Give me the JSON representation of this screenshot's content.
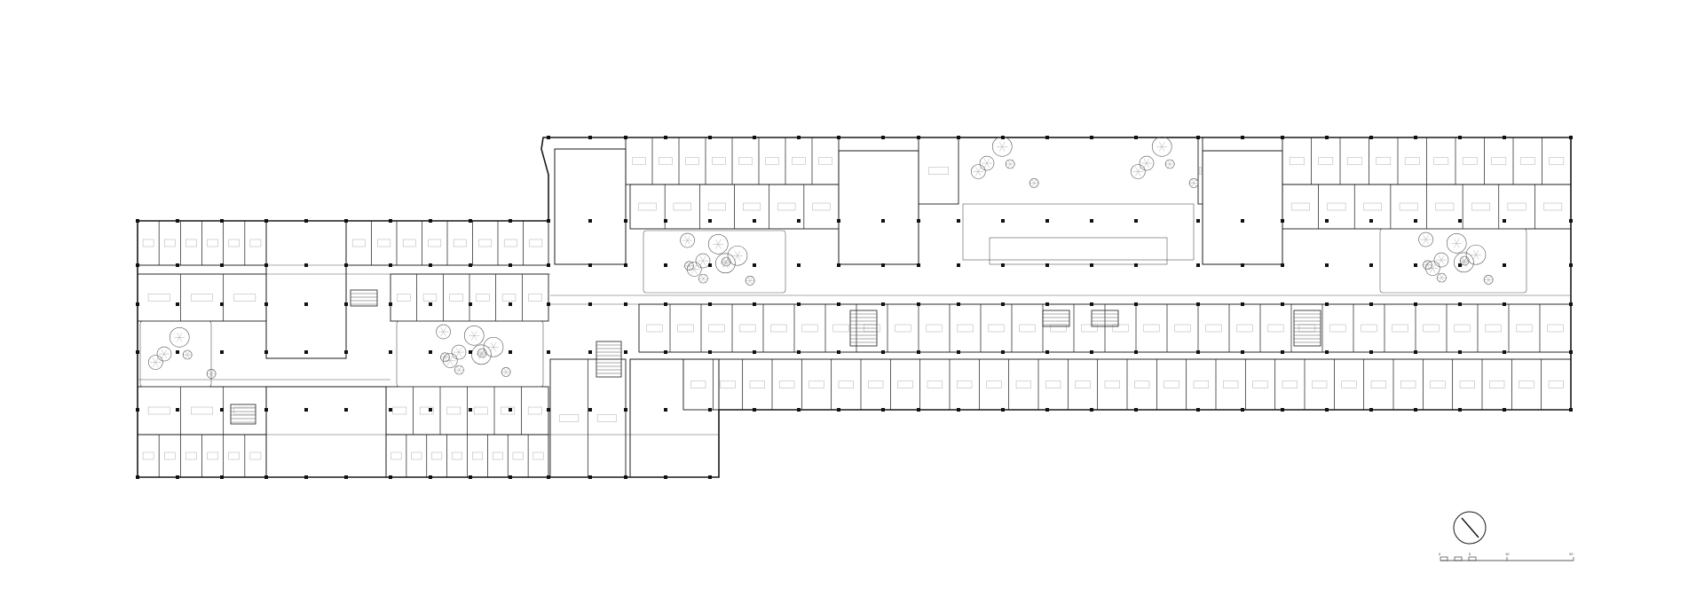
{
  "drawing": {
    "type": "architectural floor plan",
    "line_color": "#1a1a1a",
    "background": "#ffffff"
  },
  "north_arrow": {
    "icon": "north-arrow-icon"
  },
  "scale_bar": {
    "icon": "scale-bar-icon",
    "tick_labels": [
      "0",
      "5",
      "10",
      "20"
    ]
  }
}
